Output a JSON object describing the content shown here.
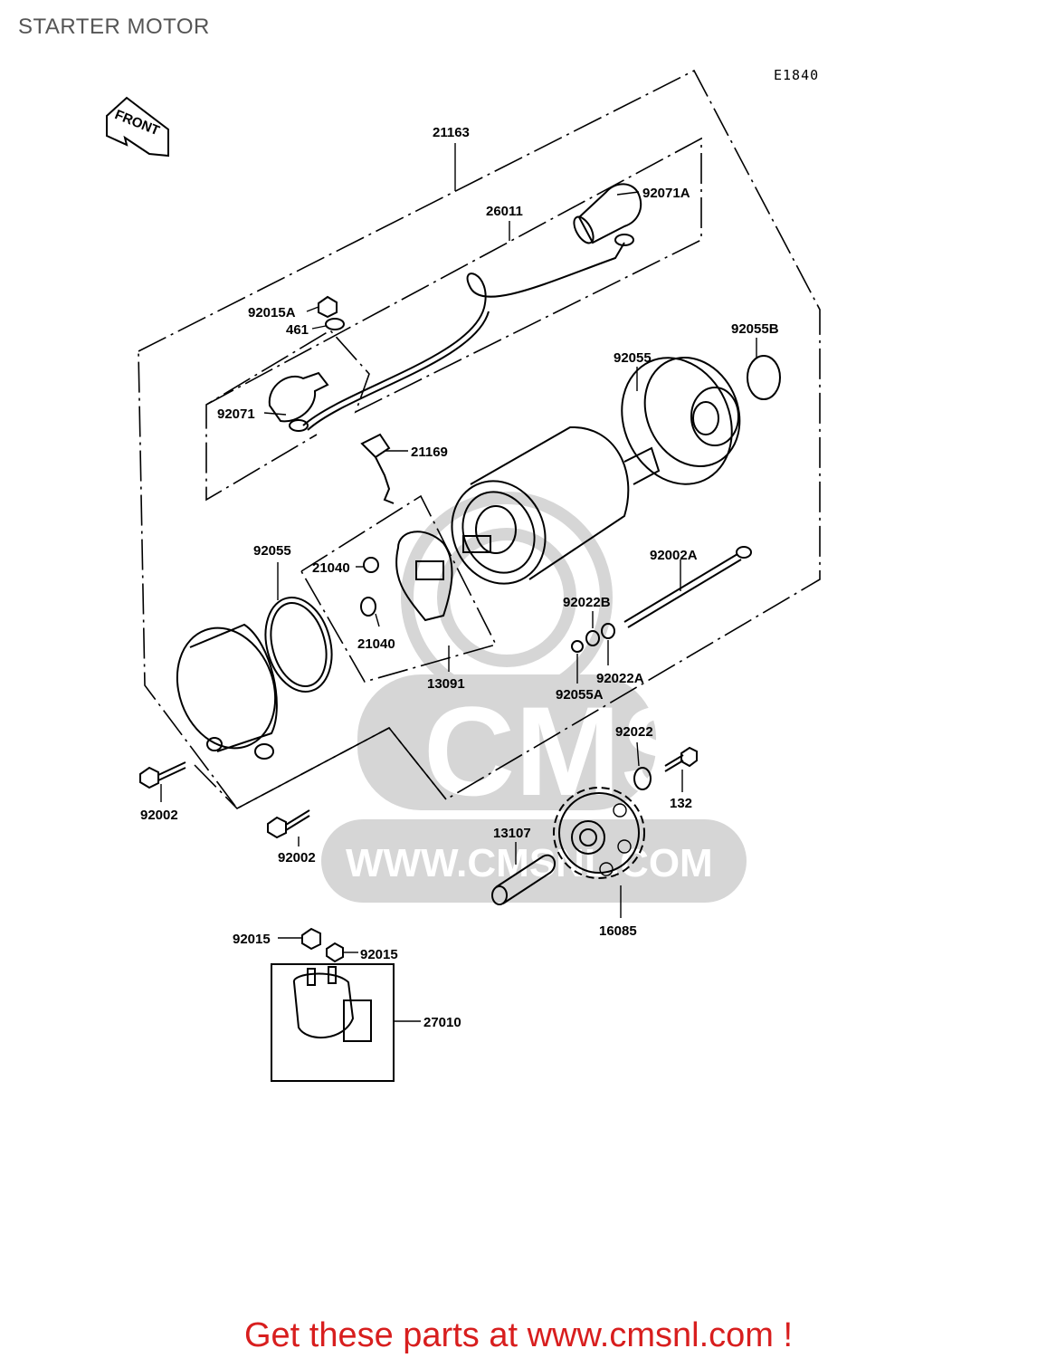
{
  "title": "STARTER MOTOR",
  "diagram_code": "E1840",
  "front_label": "FRONT",
  "watermark": {
    "brand": "CMS",
    "url": "WWW.CMSNL.COM"
  },
  "footer": "Get these parts at www.cmsnl.com !",
  "parts": [
    {
      "id": "p21163",
      "label": "21163"
    },
    {
      "id": "p26011",
      "label": "26011"
    },
    {
      "id": "p92071A",
      "label": "92071A"
    },
    {
      "id": "p92015A",
      "label": "92015A"
    },
    {
      "id": "p461",
      "label": "461"
    },
    {
      "id": "p92071",
      "label": "92071"
    },
    {
      "id": "p21169",
      "label": "21169"
    },
    {
      "id": "p92055B",
      "label": "92055B"
    },
    {
      "id": "p92055top",
      "label": "92055"
    },
    {
      "id": "p92055left",
      "label": "92055"
    },
    {
      "id": "p21040a",
      "label": "21040"
    },
    {
      "id": "p21040b",
      "label": "21040"
    },
    {
      "id": "p13091",
      "label": "13091"
    },
    {
      "id": "p92002A",
      "label": "92002A"
    },
    {
      "id": "p92022B",
      "label": "92022B"
    },
    {
      "id": "p92022A",
      "label": "92022A"
    },
    {
      "id": "p92055A",
      "label": "92055A"
    },
    {
      "id": "p92022",
      "label": "92022"
    },
    {
      "id": "p132",
      "label": "132"
    },
    {
      "id": "p92002a",
      "label": "92002"
    },
    {
      "id": "p92002b",
      "label": "92002"
    },
    {
      "id": "p13107",
      "label": "13107"
    },
    {
      "id": "p16085",
      "label": "16085"
    },
    {
      "id": "p92015a",
      "label": "92015"
    },
    {
      "id": "p92015b",
      "label": "92015"
    },
    {
      "id": "p27010",
      "label": "27010"
    }
  ]
}
